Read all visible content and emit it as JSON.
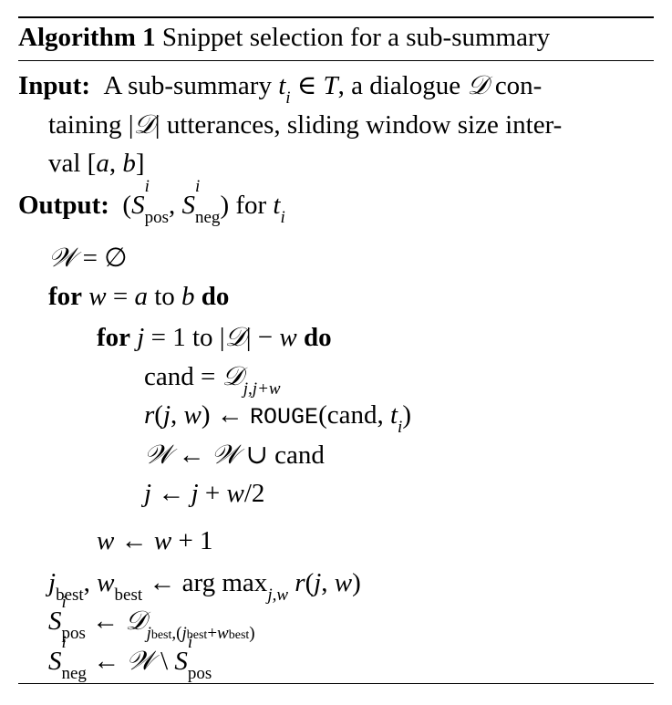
{
  "algorithm": {
    "label": "Algorithm 1",
    "title": "Snippet selection for a sub-summary",
    "input_label": "Input:",
    "input_line1": "A sub-summary t_i ∈ T, a dialogue 𝒟 con-",
    "input_line2": "taining |𝒟| utterances, sliding window size inter-",
    "input_line3": "val [a, b]",
    "output_label": "Output:",
    "output_text": "(S^i_pos, S^i_neg) for t_i",
    "steps": [
      "𝒲 = ∅",
      "for w = a to b do",
      "for j = 1 to |𝒟| − w do",
      "cand = 𝒟_{j,j+w}",
      "r(j, w) ← ROUGE(cand, t_i)",
      "𝒲 ← 𝒲 ∪ cand",
      "j ← j + w/2",
      "w ← w + 1",
      "j_best, w_best ← arg max_{j,w} r(j, w)",
      "S^i_pos ← 𝒟_{j_best,(j_best+w_best)}",
      "S^i_neg ← 𝒲 \\ S^i_pos"
    ],
    "kw": {
      "for": "for",
      "do": "do",
      "to": "to",
      "cand": "cand",
      "rouge": "ROUGE",
      "argmax": "arg max",
      "best": "best",
      "pos": "pos",
      "neg": "neg"
    }
  }
}
